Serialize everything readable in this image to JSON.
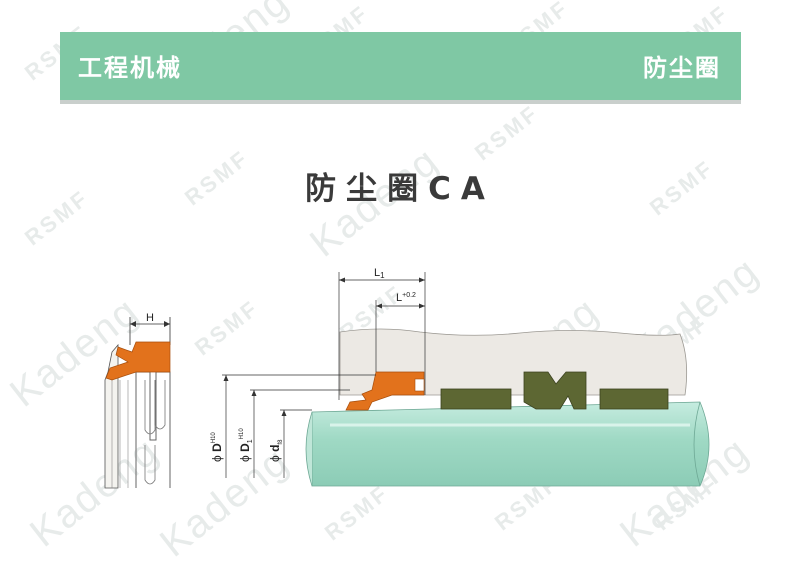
{
  "watermark": {
    "brand_text": "RSMF",
    "alt_text": "Kadeng"
  },
  "header": {
    "category": "工程机械",
    "product_type": "防尘圈"
  },
  "product": {
    "title": "防尘圈CA"
  },
  "diagram": {
    "labels": {
      "width": "H",
      "length_total": "L",
      "length_total_sub": "1",
      "groove_length": "L",
      "groove_tolerance": "+0.2",
      "bore_phi": "ϕ",
      "bore": "D",
      "bore_fit": "H10",
      "groove_phi": "ϕ",
      "groove_dia": "D",
      "groove_dia_sub": "1",
      "groove_fit": "H10",
      "rod_phi": "ϕ",
      "rod_dia": "d",
      "rod_fit": "f8"
    },
    "colors": {
      "seal": "#e2721c",
      "rod": "#9fd9c4",
      "rod_edge": "#7ab8a4",
      "housing": "#e6e3de",
      "guide_ring": "#5d6733",
      "line": "#333333"
    }
  }
}
